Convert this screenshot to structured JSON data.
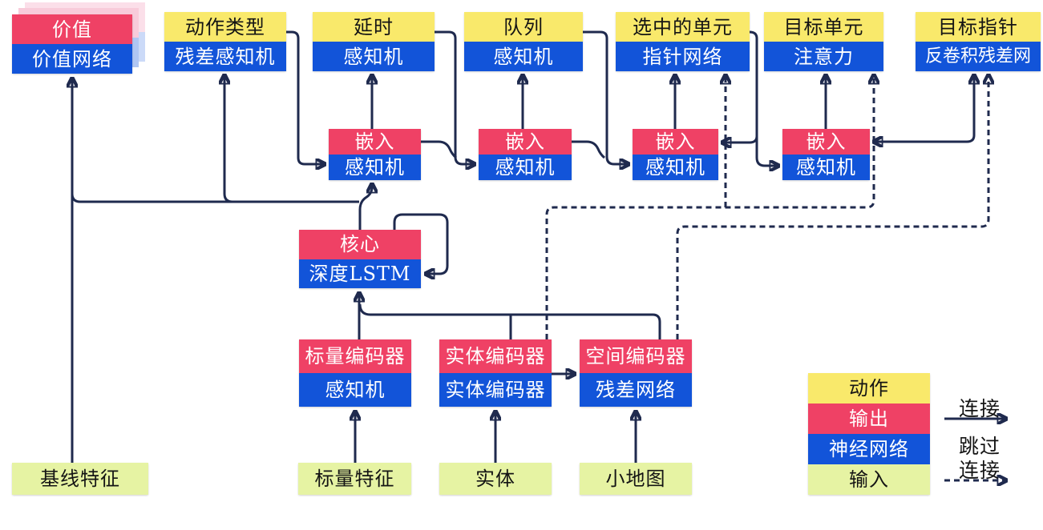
{
  "diagram_title": "AlphaStar-style agent architecture (Chinese)",
  "colors": {
    "action_yellow": "#F9E96B",
    "output_red": "#EF4165",
    "network_blue": "#1254D9",
    "input_green": "#E6F3A3",
    "wire_navy": "#1F2A4E",
    "ghost_pink": "#F8CBDA",
    "ghost_blue": "#AFC6F3",
    "background": "#FFFFFF"
  },
  "nodes": {
    "value": {
      "top": "价值",
      "bottom": "价值网络"
    },
    "action_type": {
      "top": "动作类型",
      "bottom": "残差感知机"
    },
    "delay": {
      "top": "延时",
      "bottom": "感知机"
    },
    "queue": {
      "top": "队列",
      "bottom": "感知机"
    },
    "selected_units": {
      "top": "选中的单元",
      "bottom": "指针网络"
    },
    "target_unit": {
      "top": "目标单元",
      "bottom": "注意力"
    },
    "target_point": {
      "top": "目标指针",
      "bottom": "反卷积残差网"
    },
    "embed1": {
      "top": "嵌入",
      "bottom": "感知机"
    },
    "embed2": {
      "top": "嵌入",
      "bottom": "感知机"
    },
    "embed3": {
      "top": "嵌入",
      "bottom": "感知机"
    },
    "embed4": {
      "top": "嵌入",
      "bottom": "感知机"
    },
    "core": {
      "top": "核心",
      "bottom": "深度LSTM"
    },
    "scalar_encoder": {
      "top": "标量编码器",
      "bottom": "感知机"
    },
    "entity_encoder": {
      "top": "实体编码器",
      "bottom": "实体编码器"
    },
    "spatial_encoder": {
      "top": "空间编码器",
      "bottom": "残差网络"
    }
  },
  "inputs": {
    "baseline_features": "基线特征",
    "scalar_features": "标量特征",
    "entities": "实体",
    "minimap": "小地图"
  },
  "legend": {
    "action": "动作",
    "output": "输出",
    "network": "神经网络",
    "input": "输入",
    "connection": "连接",
    "skip_line1": "跳过",
    "skip_line2": "连接"
  },
  "edges": [
    {
      "from": "baseline_features",
      "to": "value",
      "type": "solid"
    },
    {
      "from": "core",
      "to": "value",
      "type": "solid"
    },
    {
      "from": "core",
      "to": "action_type",
      "type": "solid"
    },
    {
      "from": "core",
      "to": "embed1",
      "type": "solid"
    },
    {
      "from": "core",
      "to": "core",
      "type": "solid",
      "note": "recurrent self-loop"
    },
    {
      "from": "action_type",
      "to": "embed1",
      "type": "solid"
    },
    {
      "from": "embed1",
      "to": "delay",
      "type": "solid"
    },
    {
      "from": "embed1",
      "to": "embed2",
      "type": "solid"
    },
    {
      "from": "delay",
      "to": "embed2",
      "type": "solid"
    },
    {
      "from": "embed2",
      "to": "queue",
      "type": "solid"
    },
    {
      "from": "embed2",
      "to": "embed3",
      "type": "solid"
    },
    {
      "from": "queue",
      "to": "embed3",
      "type": "solid"
    },
    {
      "from": "embed3",
      "to": "selected_units",
      "type": "solid"
    },
    {
      "from": "selected_units",
      "to": "embed3",
      "type": "solid"
    },
    {
      "from": "selected_units",
      "to": "embed4",
      "type": "solid"
    },
    {
      "from": "embed4",
      "to": "target_unit",
      "type": "solid"
    },
    {
      "from": "embed4",
      "to": "target_point",
      "type": "solid",
      "double_headed": true
    },
    {
      "from": "scalar_encoder",
      "to": "core",
      "type": "solid"
    },
    {
      "from": "entity_encoder",
      "to": "core",
      "type": "solid"
    },
    {
      "from": "spatial_encoder",
      "to": "core",
      "type": "solid"
    },
    {
      "from": "entity_encoder",
      "to": "spatial_encoder",
      "type": "solid"
    },
    {
      "from": "scalar_features",
      "to": "scalar_encoder",
      "type": "solid"
    },
    {
      "from": "entities",
      "to": "entity_encoder",
      "type": "solid"
    },
    {
      "from": "minimap",
      "to": "spatial_encoder",
      "type": "solid"
    },
    {
      "from": "entity_encoder",
      "to": "selected_units",
      "type": "dashed"
    },
    {
      "from": "entity_encoder",
      "to": "target_unit",
      "type": "dashed"
    },
    {
      "from": "spatial_encoder",
      "to": "target_point",
      "type": "dashed"
    }
  ]
}
